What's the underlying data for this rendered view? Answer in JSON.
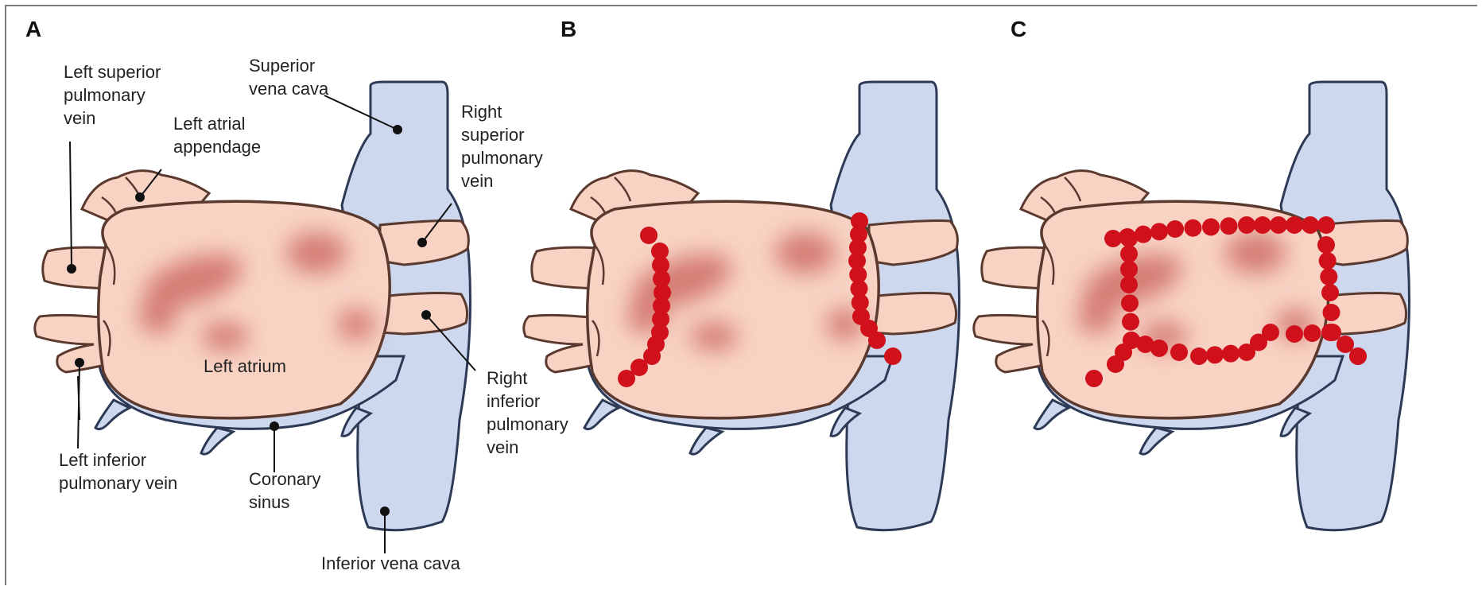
{
  "panels": [
    {
      "letter": "A",
      "lesion_set": "none"
    },
    {
      "letter": "B",
      "lesion_set": "pulmonary vein isolation"
    },
    {
      "letter": "C",
      "lesion_set": "posterior wall box"
    }
  ],
  "labels": {
    "lspv": [
      "Left superior",
      "pulmonary",
      "vein"
    ],
    "svc": [
      "Superior",
      "vena cava"
    ],
    "laa": [
      "Left atrial",
      "appendage"
    ],
    "rspv": [
      "Right",
      "superior",
      "pulmonary",
      "vein"
    ],
    "la": [
      "Left atrium"
    ],
    "ripv": [
      "Right",
      "inferior",
      "pulmonary",
      "vein"
    ],
    "lipv": [
      "Left inferior",
      "pulmonary vein"
    ],
    "cs": [
      "Coronary",
      "sinus"
    ],
    "ivc": [
      "Inferior vena cava"
    ]
  },
  "colors": {
    "atrium_fill": "#f8d3c4",
    "atrium_outline": "#5a3a2e",
    "vena_cava_fill": "#cdd8ef",
    "vena_cava_outline": "#2d3a56",
    "patch": "#c9605a",
    "lesion": "#d0101a"
  }
}
